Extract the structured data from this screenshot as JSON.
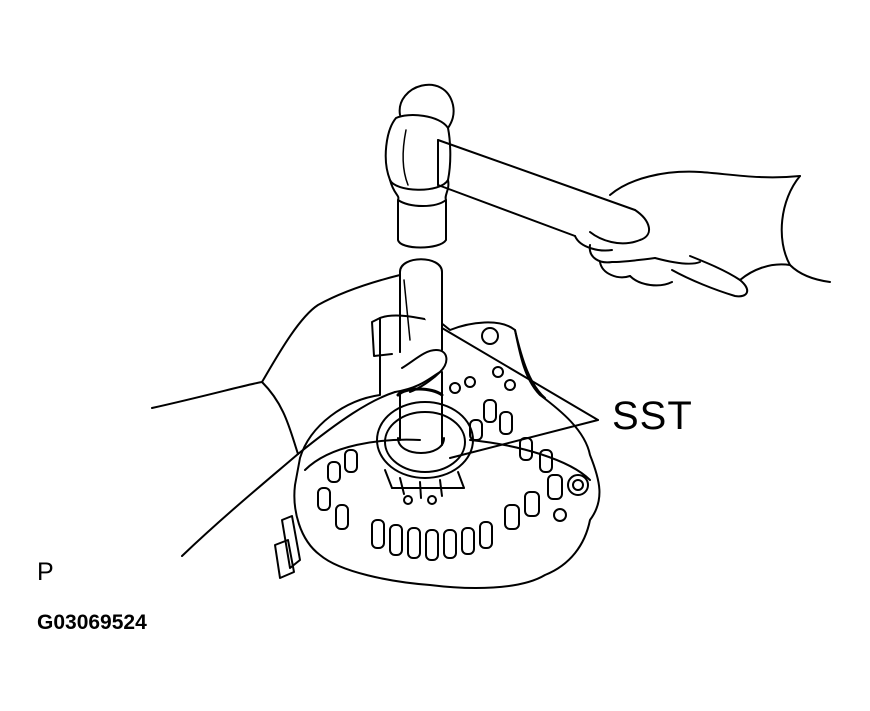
{
  "callout_label": "SST",
  "view_letter": "P",
  "figure_code": "G03069524",
  "colors": {
    "ink": "#000000",
    "paper": "#ffffff"
  },
  "parts": [
    "hammer",
    "hand-holding-hammer",
    "sst-driver-tool",
    "hand-holding-sst",
    "alternator-housing",
    "bearing-ring"
  ]
}
